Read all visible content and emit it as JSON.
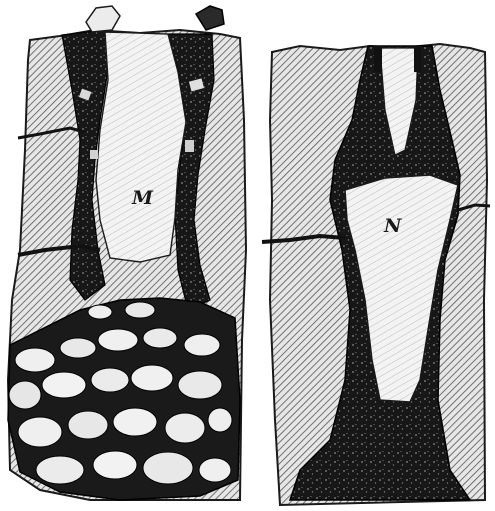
{
  "illustration": {
    "description_icons": [
      "left-shaft-section",
      "right-shaft-section"
    ],
    "colors": {
      "rock": "#e4e4e4",
      "hatch": "#5a5a5a",
      "fill_dark": "#161616",
      "block": "#f2f2f2",
      "background": "#ffffff"
    },
    "left_panel": {
      "label": "M"
    },
    "right_panel": {
      "label": "N"
    }
  }
}
